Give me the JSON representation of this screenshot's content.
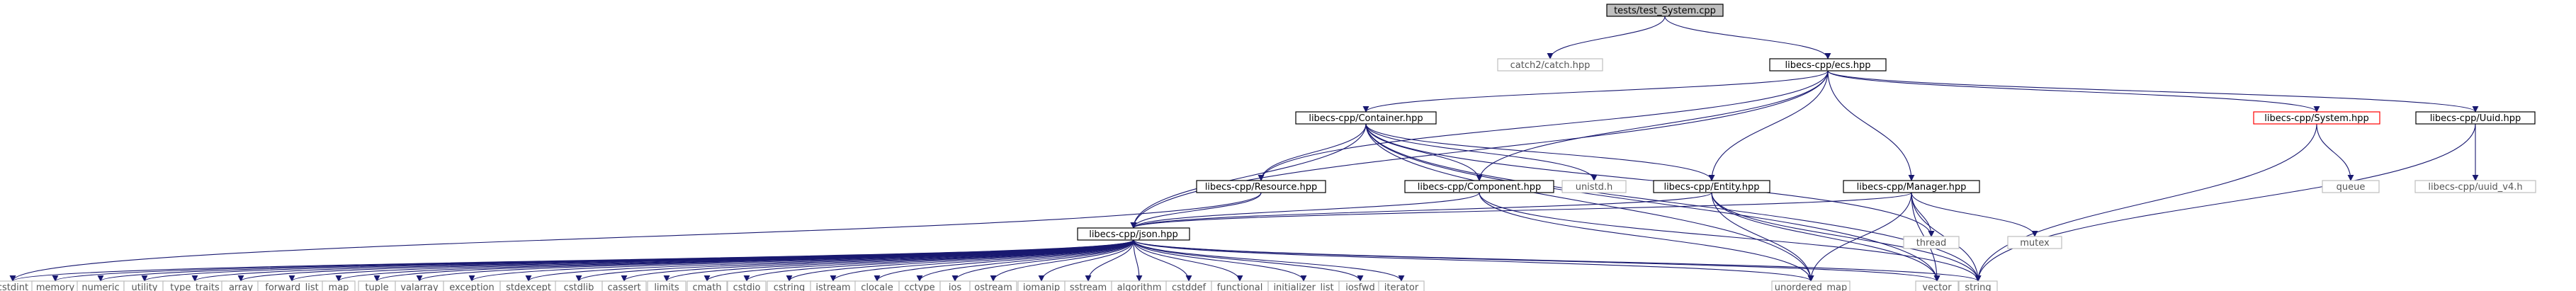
{
  "graph": {
    "type": "include-dependency-graph",
    "colors": {
      "edge": "#191970",
      "root_fill": "#bfbfbf",
      "local_border": "#000000",
      "external_border": "#bfbfbf",
      "highlight_border": "#ff0000"
    },
    "nodes": [
      {
        "id": "root",
        "label": "tests/test_System.cpp",
        "kind": "root"
      },
      {
        "id": "catch",
        "label": "catch2/catch.hpp",
        "kind": "ext"
      },
      {
        "id": "ecs",
        "label": "libecs-cpp/ecs.hpp",
        "kind": "local"
      },
      {
        "id": "container",
        "label": "libecs-cpp/Container.hpp",
        "kind": "local"
      },
      {
        "id": "system",
        "label": "libecs-cpp/System.hpp",
        "kind": "hl"
      },
      {
        "id": "uuid",
        "label": "libecs-cpp/Uuid.hpp",
        "kind": "local"
      },
      {
        "id": "resource",
        "label": "libecs-cpp/Resource.hpp",
        "kind": "local"
      },
      {
        "id": "component",
        "label": "libecs-cpp/Component.hpp",
        "kind": "local"
      },
      {
        "id": "unistd",
        "label": "unistd.h",
        "kind": "ext"
      },
      {
        "id": "entity",
        "label": "libecs-cpp/Entity.hpp",
        "kind": "local"
      },
      {
        "id": "manager",
        "label": "libecs-cpp/Manager.hpp",
        "kind": "local"
      },
      {
        "id": "queue",
        "label": "queue",
        "kind": "ext"
      },
      {
        "id": "uuid_v4",
        "label": "libecs-cpp/uuid_v4.h",
        "kind": "ext"
      },
      {
        "id": "json",
        "label": "libecs-cpp/json.hpp",
        "kind": "local"
      },
      {
        "id": "thread",
        "label": "thread",
        "kind": "ext"
      },
      {
        "id": "mutex",
        "label": "mutex",
        "kind": "ext"
      },
      {
        "id": "cstdint",
        "label": "cstdint",
        "kind": "ext"
      },
      {
        "id": "memory",
        "label": "memory",
        "kind": "ext"
      },
      {
        "id": "numeric",
        "label": "numeric",
        "kind": "ext"
      },
      {
        "id": "utility",
        "label": "utility",
        "kind": "ext"
      },
      {
        "id": "type_traits",
        "label": "type_traits",
        "kind": "ext"
      },
      {
        "id": "array",
        "label": "array",
        "kind": "ext"
      },
      {
        "id": "forward_list",
        "label": "forward_list",
        "kind": "ext"
      },
      {
        "id": "map",
        "label": "map",
        "kind": "ext"
      },
      {
        "id": "tuple",
        "label": "tuple",
        "kind": "ext"
      },
      {
        "id": "valarray",
        "label": "valarray",
        "kind": "ext"
      },
      {
        "id": "exception",
        "label": "exception",
        "kind": "ext"
      },
      {
        "id": "stdexcept",
        "label": "stdexcept",
        "kind": "ext"
      },
      {
        "id": "cstdlib",
        "label": "cstdlib",
        "kind": "ext"
      },
      {
        "id": "cassert",
        "label": "cassert",
        "kind": "ext"
      },
      {
        "id": "limits",
        "label": "limits",
        "kind": "ext"
      },
      {
        "id": "cmath",
        "label": "cmath",
        "kind": "ext"
      },
      {
        "id": "cstdio",
        "label": "cstdio",
        "kind": "ext"
      },
      {
        "id": "cstring",
        "label": "cstring",
        "kind": "ext"
      },
      {
        "id": "istream",
        "label": "istream",
        "kind": "ext"
      },
      {
        "id": "clocale",
        "label": "clocale",
        "kind": "ext"
      },
      {
        "id": "cctype",
        "label": "cctype",
        "kind": "ext"
      },
      {
        "id": "ios",
        "label": "ios",
        "kind": "ext"
      },
      {
        "id": "ostream",
        "label": "ostream",
        "kind": "ext"
      },
      {
        "id": "iomanip",
        "label": "iomanip",
        "kind": "ext"
      },
      {
        "id": "sstream",
        "label": "sstream",
        "kind": "ext"
      },
      {
        "id": "algorithm",
        "label": "algorithm",
        "kind": "ext"
      },
      {
        "id": "cstddef",
        "label": "cstddef",
        "kind": "ext"
      },
      {
        "id": "functional",
        "label": "functional",
        "kind": "ext"
      },
      {
        "id": "initializer_list",
        "label": "initializer_list",
        "kind": "ext"
      },
      {
        "id": "iosfwd",
        "label": "iosfwd",
        "kind": "ext"
      },
      {
        "id": "iterator",
        "label": "iterator",
        "kind": "ext"
      },
      {
        "id": "unordered_map",
        "label": "unordered_map",
        "kind": "ext"
      },
      {
        "id": "vector",
        "label": "vector",
        "kind": "ext"
      },
      {
        "id": "string",
        "label": "string",
        "kind": "ext"
      }
    ],
    "edges": [
      [
        "root",
        "catch"
      ],
      [
        "root",
        "ecs"
      ],
      [
        "ecs",
        "container"
      ],
      [
        "ecs",
        "system"
      ],
      [
        "ecs",
        "uuid"
      ],
      [
        "ecs",
        "resource"
      ],
      [
        "ecs",
        "component"
      ],
      [
        "ecs",
        "entity"
      ],
      [
        "ecs",
        "manager"
      ],
      [
        "ecs",
        "json"
      ],
      [
        "container",
        "resource"
      ],
      [
        "container",
        "component"
      ],
      [
        "container",
        "unistd"
      ],
      [
        "container",
        "entity"
      ],
      [
        "container",
        "json"
      ],
      [
        "container",
        "thread"
      ],
      [
        "container",
        "unordered_map"
      ],
      [
        "container",
        "vector"
      ],
      [
        "container",
        "string"
      ],
      [
        "system",
        "queue"
      ],
      [
        "system",
        "string"
      ],
      [
        "uuid",
        "uuid_v4"
      ],
      [
        "uuid",
        "string"
      ],
      [
        "resource",
        "json"
      ],
      [
        "resource",
        "cstdint"
      ],
      [
        "component",
        "json"
      ],
      [
        "component",
        "unordered_map"
      ],
      [
        "component",
        "string"
      ],
      [
        "entity",
        "json"
      ],
      [
        "entity",
        "unordered_map"
      ],
      [
        "entity",
        "vector"
      ],
      [
        "entity",
        "string"
      ],
      [
        "manager",
        "json"
      ],
      [
        "manager",
        "thread"
      ],
      [
        "manager",
        "mutex"
      ],
      [
        "manager",
        "unordered_map"
      ],
      [
        "manager",
        "vector"
      ],
      [
        "manager",
        "string"
      ],
      [
        "json",
        "cstdint"
      ],
      [
        "json",
        "memory"
      ],
      [
        "json",
        "numeric"
      ],
      [
        "json",
        "utility"
      ],
      [
        "json",
        "type_traits"
      ],
      [
        "json",
        "array"
      ],
      [
        "json",
        "forward_list"
      ],
      [
        "json",
        "map"
      ],
      [
        "json",
        "tuple"
      ],
      [
        "json",
        "valarray"
      ],
      [
        "json",
        "exception"
      ],
      [
        "json",
        "stdexcept"
      ],
      [
        "json",
        "cstdlib"
      ],
      [
        "json",
        "cassert"
      ],
      [
        "json",
        "limits"
      ],
      [
        "json",
        "cmath"
      ],
      [
        "json",
        "cstdio"
      ],
      [
        "json",
        "cstring"
      ],
      [
        "json",
        "istream"
      ],
      [
        "json",
        "clocale"
      ],
      [
        "json",
        "cctype"
      ],
      [
        "json",
        "ios"
      ],
      [
        "json",
        "ostream"
      ],
      [
        "json",
        "iomanip"
      ],
      [
        "json",
        "sstream"
      ],
      [
        "json",
        "algorithm"
      ],
      [
        "json",
        "cstddef"
      ],
      [
        "json",
        "functional"
      ],
      [
        "json",
        "initializer_list"
      ],
      [
        "json",
        "iosfwd"
      ],
      [
        "json",
        "iterator"
      ],
      [
        "json",
        "unordered_map"
      ],
      [
        "json",
        "vector"
      ],
      [
        "json",
        "string"
      ]
    ]
  }
}
